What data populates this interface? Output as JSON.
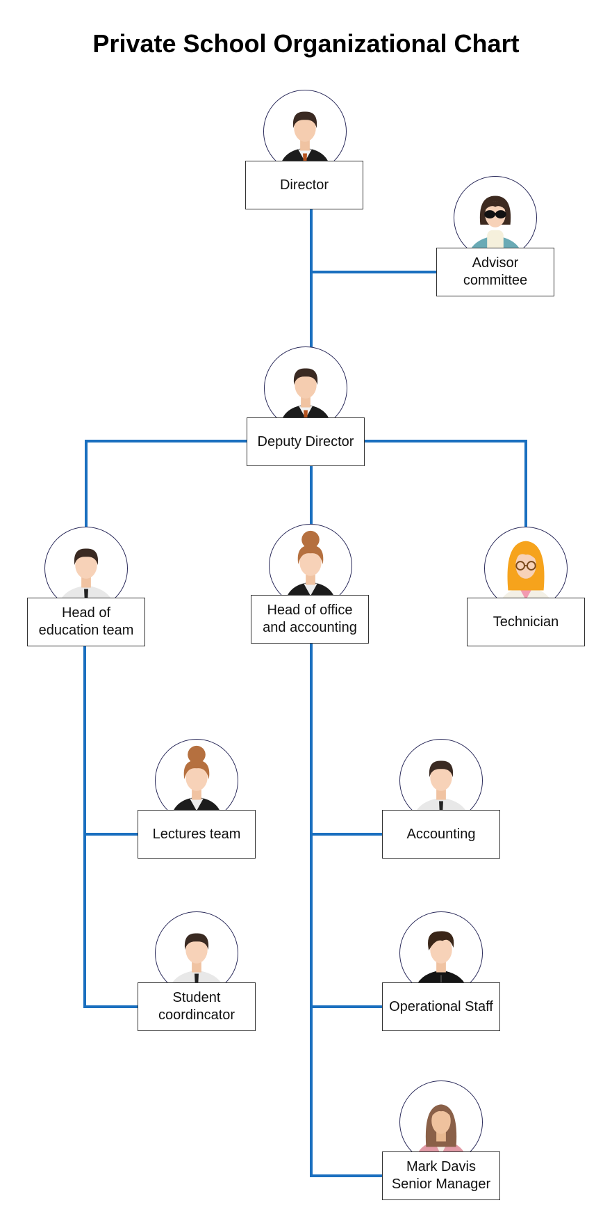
{
  "title": "Private School Organizational Chart",
  "nodes": [
    {
      "id": "director",
      "label": "Director",
      "avatar": "man-suit-icon"
    },
    {
      "id": "advisor",
      "label": "Advisor\ncommittee",
      "avatar": "woman-sunglasses-icon"
    },
    {
      "id": "deputy",
      "label": "Deputy Director",
      "avatar": "man-suit-icon"
    },
    {
      "id": "head-edu",
      "label": "Head of\neducation team",
      "avatar": "man-shirt-tie-icon"
    },
    {
      "id": "head-office",
      "label": "Head of office\nand accounting",
      "avatar": "woman-bun-suit-icon"
    },
    {
      "id": "technician",
      "label": "Technician",
      "avatar": "woman-glasses-icon"
    },
    {
      "id": "lectures",
      "label": "Lectures team",
      "avatar": "woman-bun-suit-icon"
    },
    {
      "id": "accounting",
      "label": "Accounting",
      "avatar": "man-shirt-tie-icon"
    },
    {
      "id": "student",
      "label": "Student\ncoordincator",
      "avatar": "man-shirt-tie-icon"
    },
    {
      "id": "operational",
      "label": "Operational Staff",
      "avatar": "man-black-shirt-icon"
    },
    {
      "id": "mark",
      "label": "Mark Davis\nSenior Manager",
      "avatar": "woman-pink-jacket-icon"
    }
  ],
  "colors": {
    "connector": "#1a6fbf",
    "box_border": "#333333",
    "avatar_border": "#2a2a5a"
  }
}
